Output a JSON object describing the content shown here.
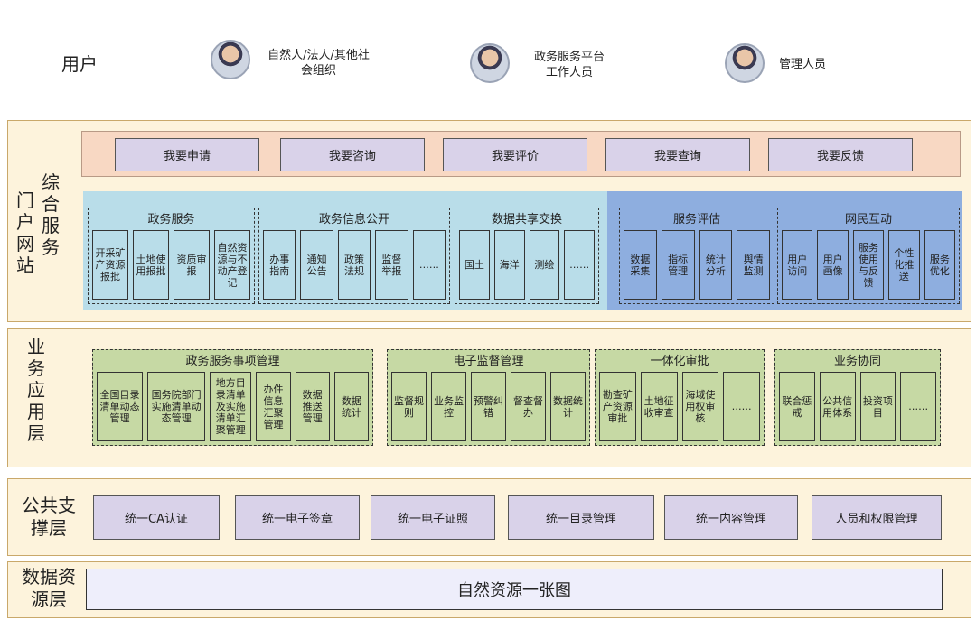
{
  "users": {
    "label": "用户",
    "roles": [
      {
        "name": "自然人/法人/其他社会组织"
      },
      {
        "name": "政务服务平台工作人员"
      },
      {
        "name": "管理人员"
      }
    ]
  },
  "portal": {
    "label_a": "门户网站",
    "label_b": "综合服务",
    "actions": [
      "我要申请",
      "我要咨询",
      "我要评价",
      "我要查询",
      "我要反馈"
    ],
    "groups": [
      {
        "title": "政务服务",
        "cells": [
          "开采矿产资源报批",
          "土地使用报批",
          "资质审报",
          "自然资源与不动产登记"
        ]
      },
      {
        "title": "政务信息公开",
        "cells": [
          "办事指南",
          "通知公告",
          "政策法规",
          "监督举报",
          "……"
        ]
      },
      {
        "title": "数据共享交换",
        "cells": [
          "国土",
          "海洋",
          "测绘",
          "……"
        ]
      },
      {
        "title": "服务评估",
        "cells": [
          "数据采集",
          "指标管理",
          "统计分析",
          "舆情监测"
        ]
      },
      {
        "title": "网民互动",
        "cells": [
          "用户访问",
          "用户画像",
          "服务使用与反馈",
          "个性化推送",
          "服务优化"
        ]
      }
    ]
  },
  "business": {
    "label": "业务应用层",
    "groups": [
      {
        "title": "政务服务事项管理",
        "cells": [
          "全国目录清单动态管理",
          "国务院部门实施清单动态管理",
          "地方目录清单及实施清单汇聚管理",
          "办件信息汇聚管理",
          "数据推送管理",
          "数据统计"
        ]
      },
      {
        "title": "电子监督管理",
        "cells": [
          "监督规则",
          "业务监控",
          "预警纠错",
          "督查督办",
          "数据统计"
        ]
      },
      {
        "title": "一体化审批",
        "cells": [
          "勘查矿产资源审批",
          "土地征收审查",
          "海域使用权审核",
          "……"
        ]
      },
      {
        "title": "业务协同",
        "cells": [
          "联合惩戒",
          "公共信用体系",
          "投资项目",
          "……"
        ]
      }
    ]
  },
  "support": {
    "label": "公共支撑层",
    "items": [
      "统一CA认证",
      "统一电子签章",
      "统一电子证照",
      "统一目录管理",
      "统一内容管理",
      "人员和权限管理"
    ]
  },
  "data_layer": {
    "label": "数据资源层",
    "content": "自然资源一张图"
  }
}
